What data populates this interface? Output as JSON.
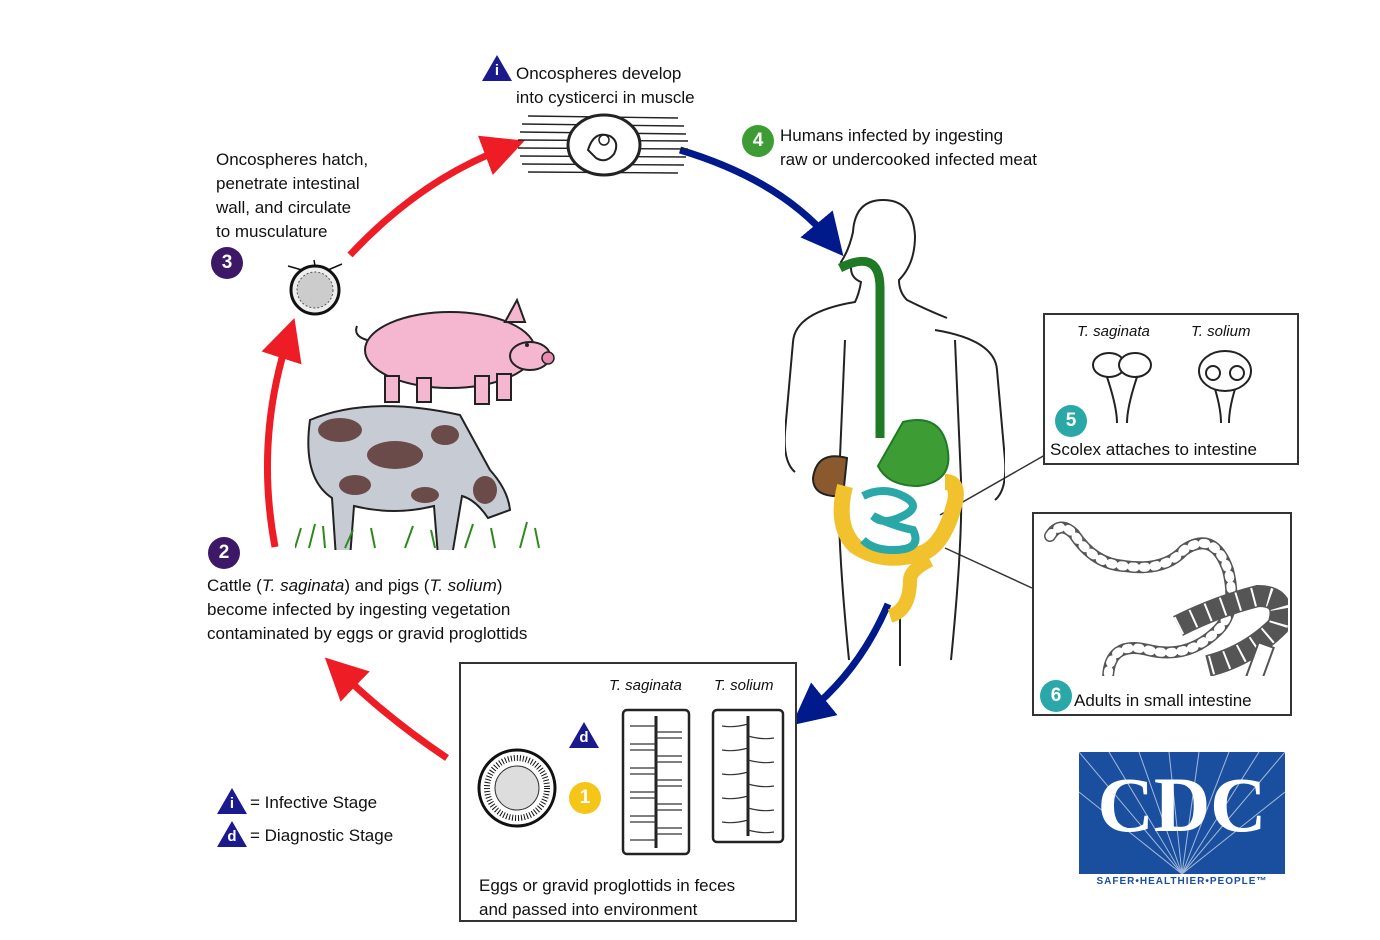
{
  "stages": {
    "i_label": "Oncospheres develop",
    "i_label2": "into cysticerci in muscle",
    "s4": "Humans infected by ingesting",
    "s4b": "raw or undercooked infected meat",
    "s3a": "Oncospheres hatch,",
    "s3b": "penetrate intestinal",
    "s3c": "wall, and circulate",
    "s3d": "to musculature",
    "s2a": "Cattle (",
    "s2a_it": "T. saginata",
    "s2a_mid": ") and pigs (",
    "s2a_it2": "T. solium",
    "s2a_end": ")",
    "s2b": "become infected by ingesting vegetation",
    "s2c": "contaminated by eggs or gravid proglottids",
    "s5_saginata": "T. saginata",
    "s5_solium": "T. solium",
    "s5": "Scolex attaches to intestine",
    "s6": "Adults in small intestine",
    "s1_saginata": "T. saginata",
    "s1_solium": "T. solium",
    "s1a": "Eggs or gravid proglottids in feces",
    "s1b": "and passed into environment"
  },
  "badges": {
    "b1": "1",
    "b2": "2",
    "b3": "3",
    "b4": "4",
    "b5": "5",
    "b6": "6",
    "i": "i",
    "d": "d"
  },
  "legend": {
    "infective": "= Infective Stage",
    "diagnostic": "= Diagnostic Stage",
    "i": "i",
    "d": "d"
  },
  "logo": {
    "text": "CDC",
    "tagline": "SAFER•HEALTHIER•PEOPLE™"
  },
  "colors": {
    "red_arrow": "#ee1c25",
    "blue_arrow": "#001a8c",
    "purple": "#3d1866",
    "green": "#3e9c35",
    "teal": "#2aa8a8",
    "yellow": "#f5c518",
    "triangle": "#1a1a8c",
    "cdc_blue": "#1a4fa0"
  }
}
